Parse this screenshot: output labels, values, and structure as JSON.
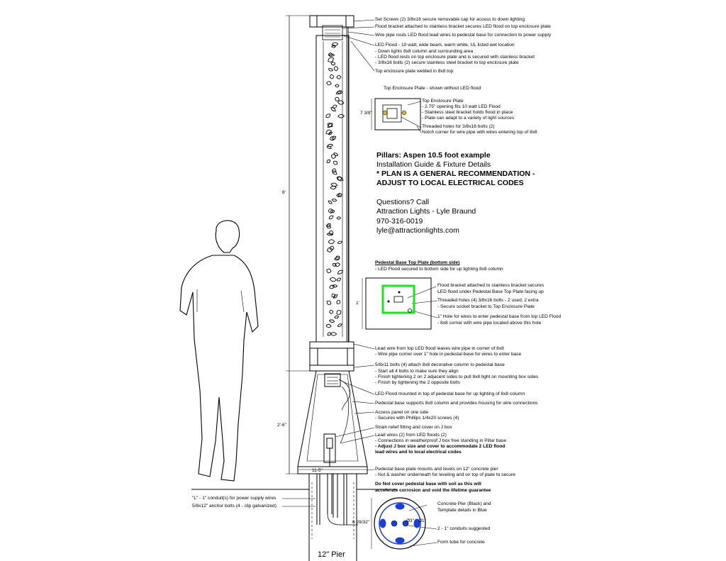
{
  "notes_top": [
    "Set Screws (2) 3/8x16 secure removable cap for access to down lighting",
    "Flood bracket attached to stainless bracket secures LED flood on top enclosure plate",
    "Wire pipe routs LED flood lead wires to pedestal base for connection to power supply"
  ],
  "led_flood_notes": [
    "LED Flood - 10 watt, wide beam, warm white, UL listed wet location",
    "- Down lights 8x8 column and surrounding area",
    "- LED flood rests on top enclosure plate and is secured with stainless bracket",
    "- 3/8x16 bolts (2) secure stainless steel bracket to top enclosure plate",
    "Top enclosure plate welded in 8x8 top"
  ],
  "top_plate": {
    "title": "Top Enclosure Plate",
    "subtitle": " - shown without LED flood",
    "dimension": "7 3/8\"",
    "notes": [
      "Top Enclosure Plate",
      "- 2.75\" opening fits 10 watt LED Flood",
      "- Stainless steel bracket holds flood in place",
      "- Plate can adapt to a variety of light sources",
      "Threaded holes for 3/8x16 bolts (2)",
      "Notch corner for wire pipe with wires entering top of 8x8"
    ]
  },
  "title_block": {
    "line1": "Pillars:  Aspen 10.5 foot example",
    "line2": "Installation Guide & Fixture Details",
    "line3": "* PLAN IS A GENERAL RECOMMENDATION -",
    "line4": "ADJUST TO LOCAL ELECTRICAL CODES",
    "contact": [
      "Questions?  Call",
      "Attraction Lights - Lyle Braund",
      "970-316-0019",
      "lyle@attractionlights.com"
    ]
  },
  "pedestal_plate": {
    "title": "Pedestal Base Top Plate (bottom side)",
    "subtitle": "- LED Flood secured to bottom side for up lighting 8x8 column",
    "dimension": "1'",
    "notes": [
      "Flood bracket attached to stainless bracket secures",
      "LED flood under Pedestal Base Top Plate facing up",
      "Threaded holes (4) 3/8x16 bolts - 2 used, 2 extra",
      " - Secure socket bracket to Top Enclosure Plate",
      "1\" Hole for wires to enter pedestal base from top LED Flood",
      " - 8x8 corner with wire pipe located above this hole"
    ]
  },
  "base_notes": [
    "Lead wire from top LED flood leaves wire pipe in corner of 8x8",
    " - Wire pipe corner over  1\" hole in pedestal base for wires to enter base",
    "5/8x11 bolts (4) attach 8x8 decorative column to pedestal base",
    "- Start all 4 bolts to make sure they align",
    "- Finish tightening 2 on 2 adjacent sides to pull 8x8 tight on mounting box sides",
    "- Finish by tightening the 2 opposite bolts",
    "LED Flood mounted in top of pedestal base for up lighting of 8x8 column",
    "Pedestal base supports 8x8 column and provides housing for wire connections",
    "Access panel on one side",
    "- Secures with Phillips 1/4x20 screws (4)",
    "Strain relief fitting and cover on J box",
    "Lead wires (2) from LED floods (2)",
    "- Connections in weatherproof J box free standing in Pillar base",
    "- Adjust J box size and cover to accommodate 2 LED flood",
    "lead wires and to local electrical codes"
  ],
  "pier_notes": [
    "Pedestal base plate mounts and levels on 12\" concrete pier",
    "- Nut & washer underneath for leveling and on top of plate to secure",
    "Do Not cover pedestal base with soil as this will",
    "accelerate corrosion and void the lifetime guarantee"
  ],
  "left_notes": [
    "\"L\" - 1\" conduit(s) for power supply wires",
    "5/8x12\" anchor bolts (4 - clip galvanized)"
  ],
  "pier_detail": {
    "dimension": "6 29/32\"",
    "hole_label": "Ø1\"",
    "hole_label2": "Ø3\"",
    "notes": [
      "Concrete Pier (Black) and",
      "Template details in Blue",
      "2 - 1\" conduits suggested",
      "Form tube for concrete"
    ]
  },
  "dimensions": {
    "column": "8'",
    "base": "2'-6\"",
    "base_width": "11-5\""
  },
  "pier_label": "12\" Pier",
  "colors": {
    "line": "#000000",
    "template": "#1a3fd1",
    "highlight": "#19e619",
    "flood": "#d9b23a"
  }
}
